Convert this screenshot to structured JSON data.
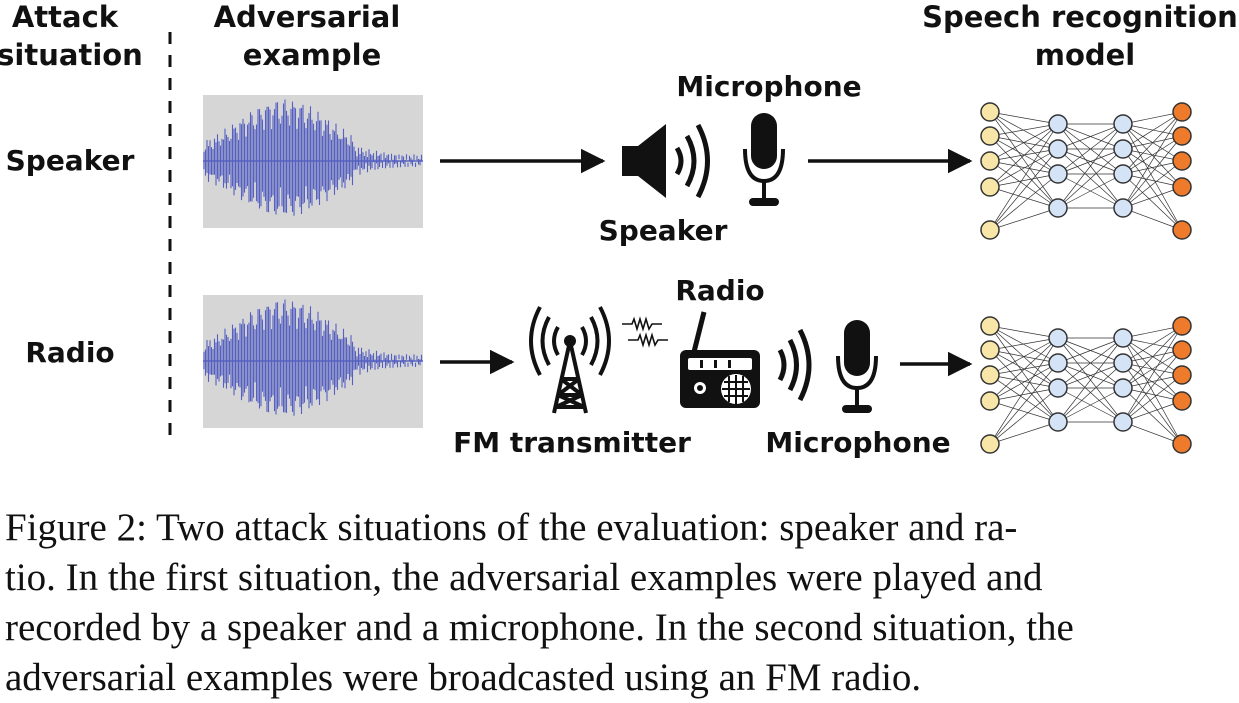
{
  "headers": {
    "attack_situation": [
      "Attack",
      "situation"
    ],
    "adversarial_example": [
      "Adversarial",
      "example"
    ],
    "speech_model": [
      "Speech recognition",
      "model"
    ]
  },
  "row_speaker": {
    "label": "Speaker",
    "microphone_label": "Microphone",
    "speaker_label": "Speaker"
  },
  "row_radio": {
    "label": "Radio",
    "radio_label": "Radio",
    "transmitter_label": "FM transmitter",
    "microphone_label": "Microphone"
  },
  "caption": {
    "lines": [
      "Figure 2: Two attack situations of the evaluation: speaker and ra-",
      "tio. In the first situation, the adversarial examples were played and",
      "recorded by a speaker and a microphone. In the second situation, the",
      "adversarial examples were broadcasted using an FM radio."
    ]
  },
  "colors": {
    "waveform": "#5560c0",
    "waveform_bg": "#d6d6d6",
    "input_nodes": "#f7e6a8",
    "hidden_nodes": "#d4e4f6",
    "output_nodes": "#ee7a2c"
  },
  "icons": [
    "waveform-image",
    "speaker-icon",
    "microphone-icon",
    "neural-network-icon",
    "radio-tower-icon",
    "signal-wave-icon",
    "radio-icon"
  ]
}
